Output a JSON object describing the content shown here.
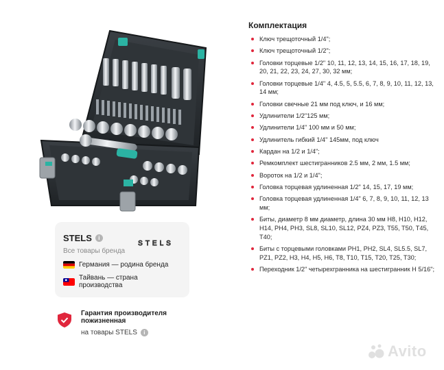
{
  "product": {
    "image_alt": "Набор инструментов в кейсе"
  },
  "brand": {
    "name": "STELS",
    "all_products_link": "Все товары бренда",
    "logo_text": "STELS",
    "homeland": "Германия — родина бренда",
    "production": "Тайвань — страна производства"
  },
  "warranty": {
    "title": "Гарантия производителя пожизненная",
    "subtitle": "на товары STELS"
  },
  "specs": {
    "title": "Комплектация",
    "items": [
      "Ключ трещоточный 1/4\";",
      "Ключ трещоточный 1/2\";",
      "Головки торцевые 1/2\" 10, 11, 12, 13, 14, 15, 16, 17, 18, 19, 20, 21, 22, 23, 24, 27, 30, 32 мм;",
      "Головки торцевые 1/4\" 4, 4.5, 5, 5.5, 6, 7, 8, 9, 10, 11, 12, 13, 14 мм;",
      "Головки свечные 21 мм под ключ, и 16 мм;",
      "Удлинители 1/2\"125 мм;",
      "Удлинители 1/4\" 100 мм и 50 мм;",
      "Удлинитель гибкий 1/4\" 145мм, под ключ",
      "Кардан на 1/2 и 1/4\";",
      "Ремкомплект шестигранников 2.5 мм, 2 мм, 1.5 мм;",
      "Вороток на 1/2 и 1/4\";",
      "Головка торцевая удлиненная 1/2\" 14, 15, 17, 19 мм;",
      "Головка торцевая удлиненная 1/4\" 6, 7, 8, 9, 10, 11, 12, 13 мм;",
      "Биты, диаметр 8 мм диаметр, длина 30 мм H8, H10, H12, H14, PH4, PH3, SL8, SL10, SL12, PZ4, PZ3, T55, T50, T45, T40;",
      "Биты с торцевыми головками PH1, PH2, SL4, SL5.5, SL7, PZ1, PZ2, H3, H4, H5, H6, T8, T10, T15, T20, T25, T30;",
      "Переходник 1/2\" четырехгранника на шестигранник Н 5/16\";"
    ]
  },
  "watermark": {
    "text": "Avito"
  },
  "colors": {
    "accent": "#e0263c",
    "case": "#2b2f33",
    "latch": "#2bb3a3",
    "chrome": "#c9ced3"
  }
}
